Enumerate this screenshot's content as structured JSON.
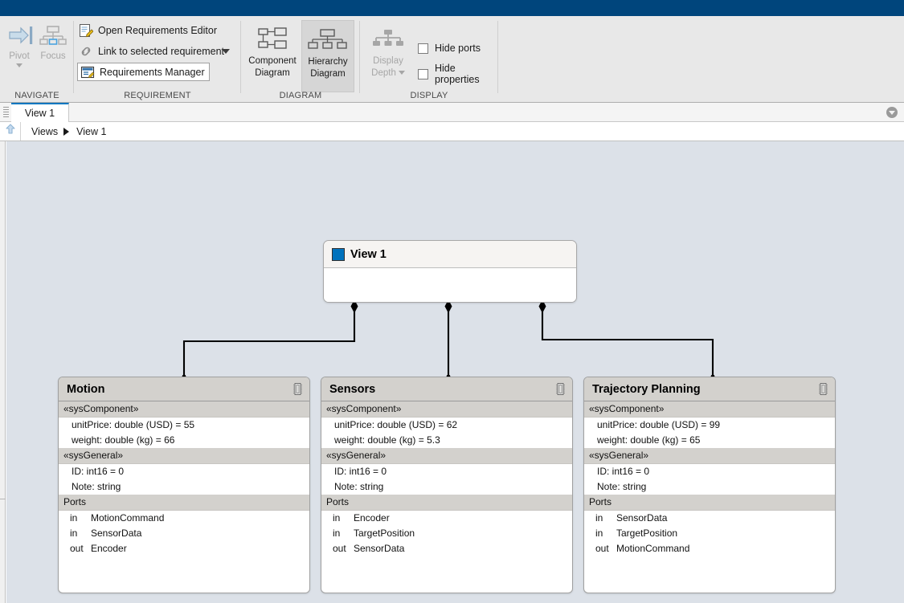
{
  "window": {
    "titlebar_color": "#00457c"
  },
  "ribbon": {
    "groups": [
      {
        "name": "NAVIGATE",
        "buttons": [
          {
            "label": "Pivot",
            "icon": "pivot-arrow-icon",
            "enabled": false,
            "has_dropdown": true
          },
          {
            "label": "Focus",
            "icon": "focus-hierarchy-icon",
            "enabled": false,
            "has_dropdown": false
          }
        ]
      },
      {
        "name": "REQUIREMENT",
        "items": [
          {
            "label": "Open Requirements Editor",
            "icon": "requirements-editor-icon"
          },
          {
            "label": "Link to selected requirement",
            "icon": "link-chain-icon",
            "has_dropdown": true
          },
          {
            "label": "Requirements Manager",
            "icon": "requirements-manager-icon",
            "toggled": true
          }
        ]
      },
      {
        "name": "DIAGRAM",
        "buttons": [
          {
            "line1": "Component",
            "line2": "Diagram",
            "icon": "component-diagram-icon",
            "selected": false
          },
          {
            "line1": "Hierarchy",
            "line2": "Diagram",
            "icon": "hierarchy-diagram-icon",
            "selected": true
          }
        ]
      },
      {
        "name": "DISPLAY",
        "button": {
          "line1": "Display",
          "line2": "Depth",
          "icon": "display-depth-icon",
          "enabled": false,
          "has_dropdown": true
        },
        "checkboxes": [
          {
            "label": "Hide ports",
            "checked": false
          },
          {
            "label": "Hide properties",
            "checked": false
          }
        ]
      }
    ]
  },
  "tabs": {
    "items": [
      {
        "label": "View 1",
        "active": true
      }
    ],
    "overflow_icon": "chevron-down-circle-icon"
  },
  "breadcrumb": {
    "up_icon": "up-arrow-icon",
    "path": [
      "Views",
      "View 1"
    ]
  },
  "diagram": {
    "root": {
      "title": "View 1",
      "swatch_color": "#0072bd"
    },
    "components": [
      {
        "name": "Motion",
        "icon": "ic-chip-icon",
        "sections": [
          {
            "header": "«sysComponent»",
            "rows": [
              "unitPrice: double (USD) = 55",
              "weight: double (kg) = 66"
            ]
          },
          {
            "header": "«sysGeneral»",
            "rows": [
              "ID: int16 = 0",
              "Note: string"
            ]
          }
        ],
        "ports_header": "Ports",
        "ports": [
          {
            "direction": "in",
            "name": "MotionCommand"
          },
          {
            "direction": "in",
            "name": "SensorData"
          },
          {
            "direction": "out",
            "name": "Encoder"
          }
        ]
      },
      {
        "name": "Sensors",
        "icon": "ic-chip-icon",
        "sections": [
          {
            "header": "«sysComponent»",
            "rows": [
              "unitPrice: double (USD) = 62",
              "weight: double (kg) = 5.3"
            ]
          },
          {
            "header": "«sysGeneral»",
            "rows": [
              "ID: int16 = 0",
              "Note: string"
            ]
          }
        ],
        "ports_header": "Ports",
        "ports": [
          {
            "direction": "in",
            "name": "Encoder"
          },
          {
            "direction": "in",
            "name": "TargetPosition"
          },
          {
            "direction": "out",
            "name": "SensorData"
          }
        ]
      },
      {
        "name": "Trajectory Planning",
        "icon": "ic-chip-icon",
        "sections": [
          {
            "header": "«sysComponent»",
            "rows": [
              "unitPrice: double (USD) = 99",
              "weight: double (kg) = 65"
            ]
          },
          {
            "header": "«sysGeneral»",
            "rows": [
              "ID: int16 = 0",
              "Note: string"
            ]
          }
        ],
        "ports_header": "Ports",
        "ports": [
          {
            "direction": "in",
            "name": "SensorData"
          },
          {
            "direction": "in",
            "name": "TargetPosition"
          },
          {
            "direction": "out",
            "name": "MotionCommand"
          }
        ]
      }
    ],
    "connector_style": "composition-diamond",
    "canvas_color": "#dce1e8"
  }
}
